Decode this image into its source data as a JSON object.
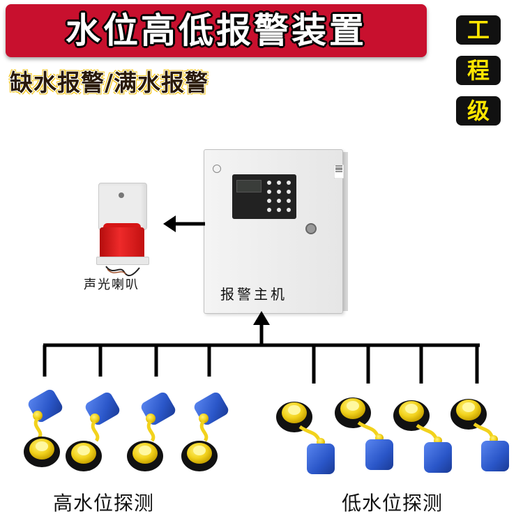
{
  "title": "水位高低报警装置",
  "subtitle": "缺水报警/满水报警",
  "grade_chars": [
    "工",
    "程",
    "级"
  ],
  "labels": {
    "siren": "声光喇叭",
    "host": "报警主机",
    "high_detection": "高水位探测",
    "low_detection": "低水位探测"
  },
  "colors": {
    "banner_red": "#c8102e",
    "float_blue": "#2a56c8",
    "float_yellow": "#f2d21c",
    "grade_text": "#ffe600"
  }
}
